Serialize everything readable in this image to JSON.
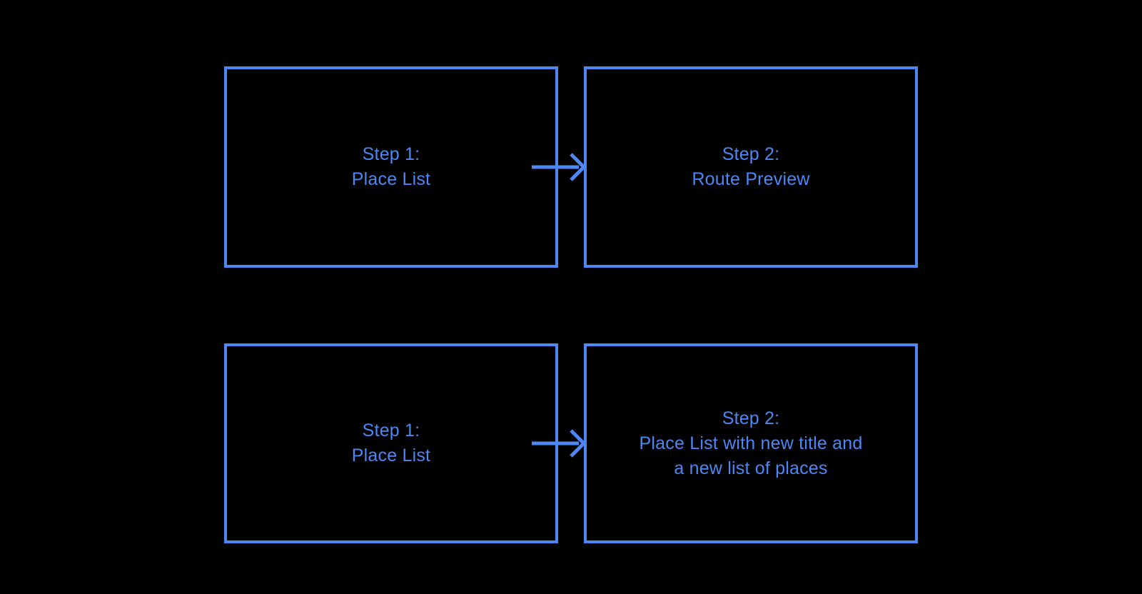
{
  "colors": {
    "background": "#000000",
    "accent": "#4c87f3"
  },
  "boxes": {
    "top_left": {
      "line1": "Step 1:",
      "line2": "Place List"
    },
    "top_right": {
      "line1": "Step 2:",
      "line2": "Route Preview"
    },
    "bottom_left": {
      "line1": "Step 1:",
      "line2": "Place List"
    },
    "bottom_right": {
      "line1": "Step 2:",
      "line2": "Place List with new title and",
      "line3": "a new list of places"
    }
  }
}
